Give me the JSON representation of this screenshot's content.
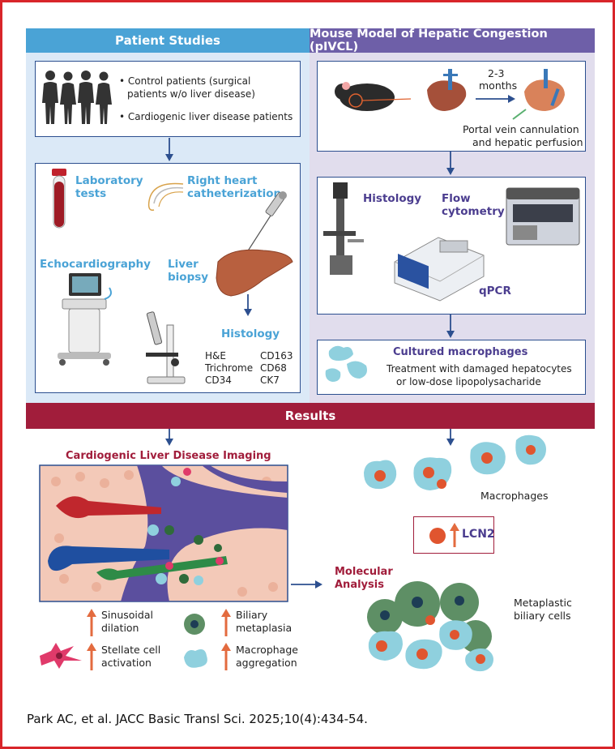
{
  "headers": {
    "patient": "Patient Studies",
    "mouse": "Mouse Model of Hepatic Congestion (pIVCL)",
    "results": "Results"
  },
  "patient_box": {
    "bullet1_line1": "• Control patients (surgical",
    "bullet1_line2": "patients w/o liver disease)",
    "bullet2": "• Cardiogenic liver disease patients"
  },
  "patient_methods": {
    "lab_line1": "Laboratory",
    "lab_line2": "tests",
    "rhc_line1": "Right heart",
    "rhc_line2": "catheterization",
    "echo": "Echocardiography",
    "biopsy_line1": "Liver",
    "biopsy_line2": "biopsy",
    "histology": "Histology",
    "stains": [
      "H&E",
      "CD163",
      "Trichrome",
      "CD68",
      "CD34",
      "CK7"
    ]
  },
  "mouse_box": {
    "months_line1": "2-3",
    "months_line2": "months",
    "cannulation_line1": "Portal vein cannulation",
    "cannulation_line2": "and hepatic perfusion"
  },
  "mouse_methods": {
    "histology": "Histology",
    "flow_line1": "Flow",
    "flow_line2": "cytometry",
    "qpcr": "qPCR"
  },
  "cultured": {
    "title": "Cultured macrophages",
    "line1": "Treatment with damaged hepatocytes",
    "line2": "or low-dose lipopolysacharide"
  },
  "imaging": {
    "title": "Cardiogenic Liver Disease Imaging"
  },
  "legend": {
    "sinusoidal_line1": "Sinusoidal",
    "sinusoidal_line2": "dilation",
    "biliary_line1": "Biliary",
    "biliary_line2": "metaplasia",
    "stellate_line1": "Stellate cell",
    "stellate_line2": "activation",
    "macro_line1": "Macrophage",
    "macro_line2": "aggregation"
  },
  "right_results": {
    "macrophages": "Macrophages",
    "lcn2": "LCN2",
    "molecular_line1": "Molecular",
    "molecular_line2": "Analysis",
    "metaplastic_line1": "Metaplastic",
    "metaplastic_line2": "biliary cells"
  },
  "citation": "Park AC, et al. JACC Basic Transl Sci. 2025;10(4):434-54.",
  "colors": {
    "patient_header": "#4aa3d6",
    "patient_bg": "#dbe9f7",
    "mouse_header": "#6e5fa8",
    "mouse_bg": "#e1dded",
    "results_bar": "#a11d3b",
    "border": "#d8252a",
    "arrow": "#2c4f8f"
  }
}
